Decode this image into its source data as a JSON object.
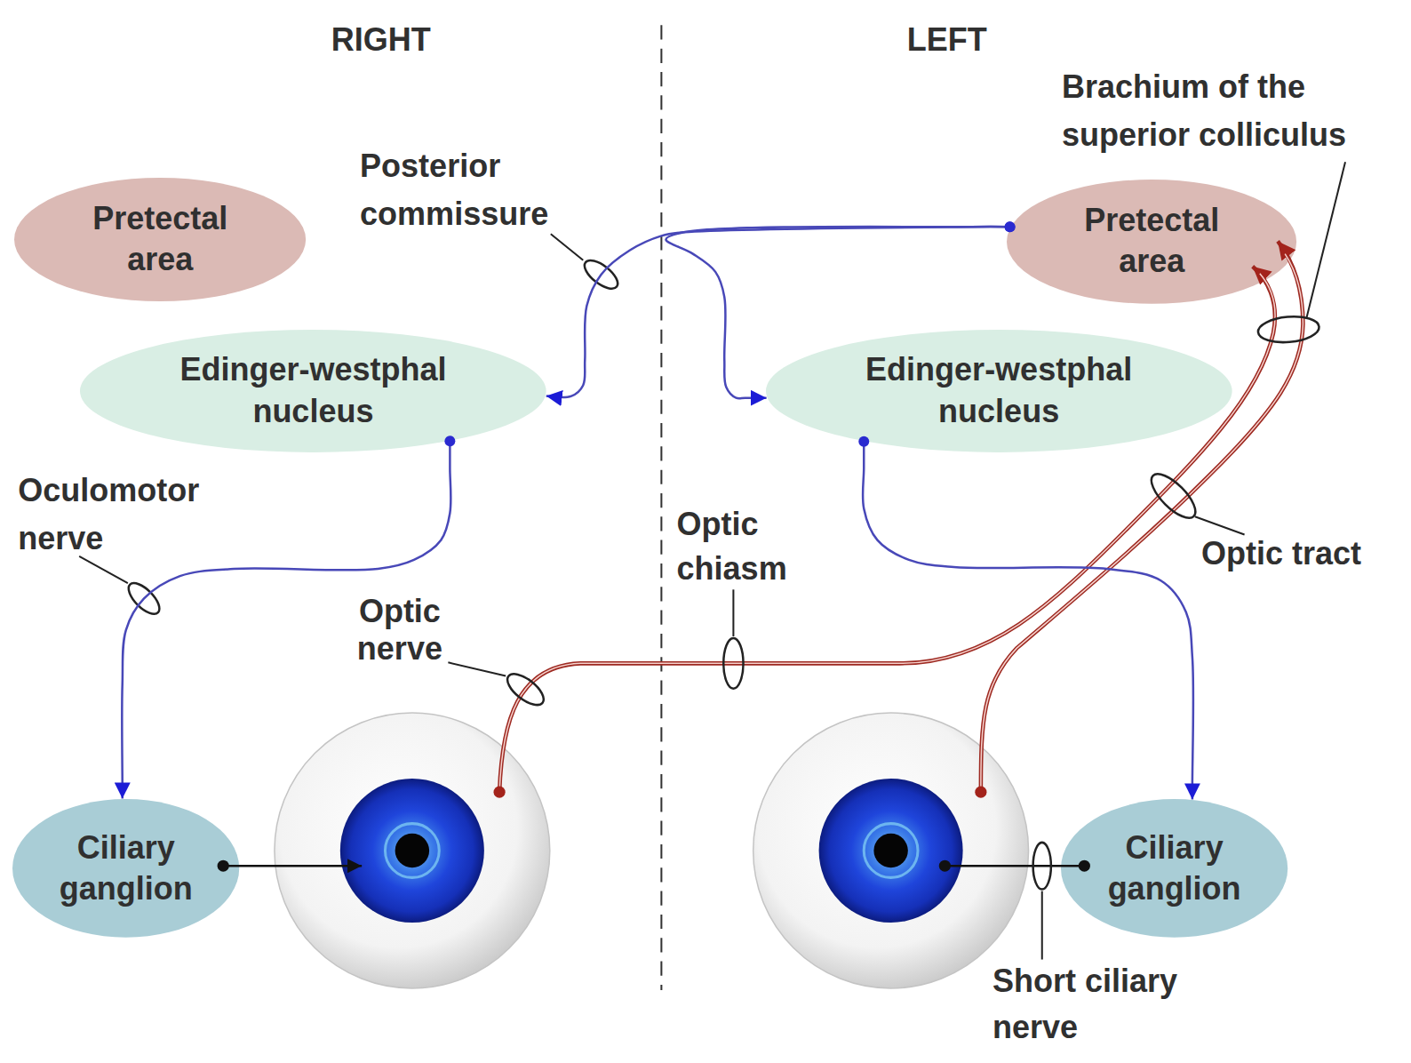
{
  "diagram": {
    "nodes": [
      {
        "text": [
          "Pretectal area"
        ]
      },
      {
        "text": [
          "Pretectal area"
        ]
      },
      {
        "text": [
          "Edinger-westphal nucleus"
        ]
      },
      {
        "text": [
          "Edinger-westphal nucleus"
        ]
      },
      {
        "text": [
          "Ciliary ganglion"
        ]
      },
      {
        "text": [
          "Ciliary ganglion"
        ]
      }
    ],
    "edges": [
      {
        "from": 1,
        "to": 2,
        "arrow": "to"
      },
      {
        "from": 1,
        "to": 3,
        "arrow": "to"
      },
      {
        "from": 2,
        "to": 4,
        "arrow": "to"
      },
      {
        "from": 3,
        "to": 5,
        "arrow": "to"
      }
    ],
    "labels": [
      "RIGHT",
      "LEFT",
      "Brachium of the superior colliculus",
      "Posterior commissure",
      "Oculomotor nerve",
      "Optic nerve",
      "Optic chiasm",
      "Optic tract",
      "Short ciliary nerve"
    ]
  }
}
